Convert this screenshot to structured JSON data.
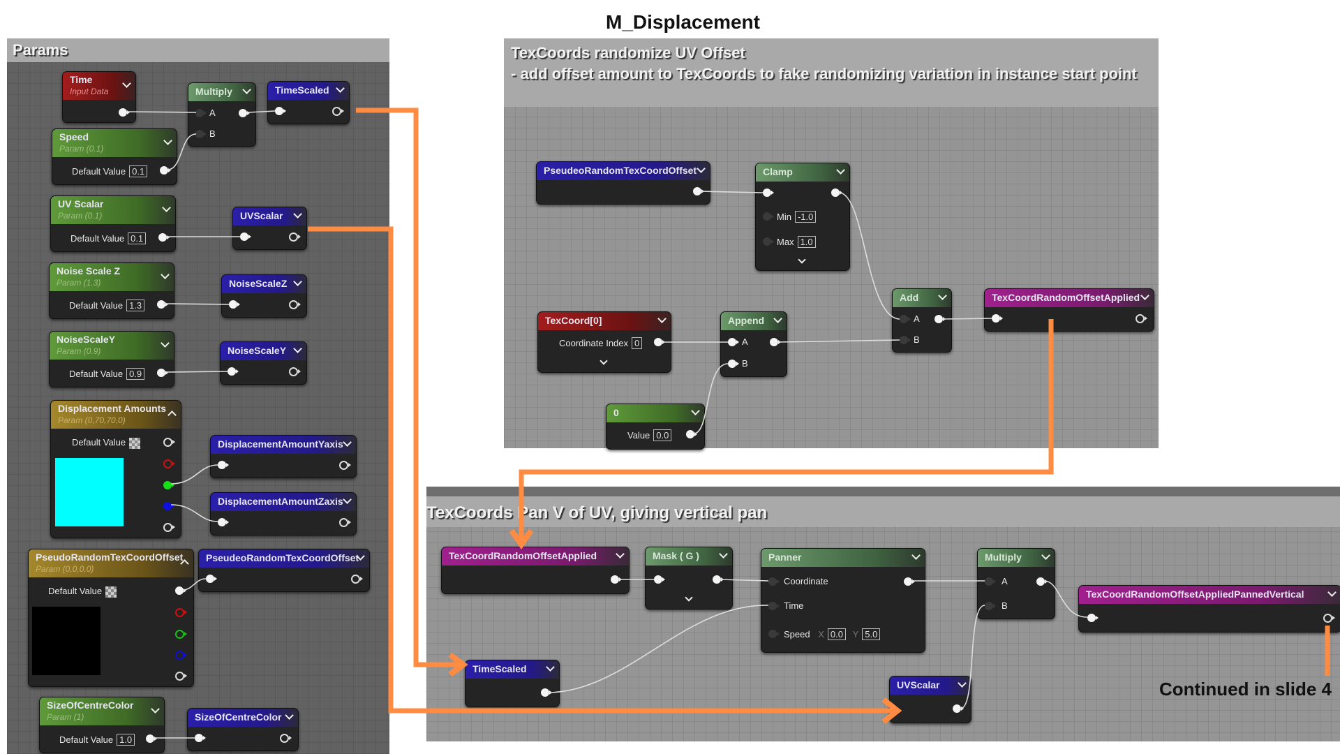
{
  "title": "M_Displacement",
  "panels": {
    "params": {
      "header": "Params"
    },
    "randomize": {
      "header_line1": "TexCoords randomize UV Offset",
      "header_line2": "- add offset amount to TexCoords to fake randomizing variation in instance start point"
    },
    "pan": {
      "header": "TexCoords Pan V of UV, giving vertical pan"
    }
  },
  "params_nodes": {
    "time": {
      "title": "Time",
      "subtitle": "Input Data"
    },
    "multiply": {
      "title": "Multiply",
      "pin_a": "A",
      "pin_b": "B"
    },
    "time_scaled": {
      "title": "TimeScaled"
    },
    "speed": {
      "title": "Speed",
      "subtitle": "Param (0.1)",
      "default_label": "Default Value",
      "default_value": "0.1"
    },
    "uv_scalar_param": {
      "title": "UV Scalar",
      "subtitle": "Param (0.1)",
      "default_label": "Default Value",
      "default_value": "0.1"
    },
    "uv_scalar_var": {
      "title": "UVScalar"
    },
    "noise_z_param": {
      "title": "Noise Scale Z",
      "subtitle": "Param (1.3)",
      "default_label": "Default Value",
      "default_value": "1.3"
    },
    "noise_z_var": {
      "title": "NoiseScaleZ"
    },
    "noise_y_param": {
      "title": "NoiseScaleY",
      "subtitle": "Param (0.9)",
      "default_label": "Default Value",
      "default_value": "0.9"
    },
    "noise_y_var": {
      "title": "NoiseScaleY"
    },
    "disp_amounts": {
      "title": "Displacement Amounts",
      "subtitle": "Param (0,70,70,0)",
      "default_label": "Default Value",
      "swatch_color": "#00ffff"
    },
    "disp_y_var": {
      "title": "DisplacementAmountYaxis"
    },
    "disp_z_var": {
      "title": "DisplacementAmountZaxis"
    },
    "pseudo_param": {
      "title": "PseudoRandomTexCoordOffset",
      "subtitle": "Param (0,0,0,0)",
      "default_label": "Default Value",
      "swatch_color": "#000000"
    },
    "pseudo_var": {
      "title": "PseudeoRandomTexCoordOffset"
    },
    "size_param": {
      "title": "SizeOfCentreColor",
      "subtitle": "Param (1)",
      "default_label": "Default Value",
      "default_value": "1.0"
    },
    "size_var": {
      "title": "SizeOfCentreColor"
    }
  },
  "randomize_nodes": {
    "pseudo_get": {
      "title": "PseudeoRandomTexCoordOffset"
    },
    "clamp": {
      "title": "Clamp",
      "min_label": "Min",
      "min_value": "-1.0",
      "max_label": "Max",
      "max_value": "1.0"
    },
    "texcoord": {
      "title": "TexCoord[0]",
      "index_label": "Coordinate Index",
      "index_value": "0"
    },
    "append": {
      "title": "Append",
      "pin_a": "A",
      "pin_b": "B"
    },
    "zero": {
      "title": "0",
      "value_label": "Value",
      "value": "0.0"
    },
    "add": {
      "title": "Add",
      "pin_a": "A",
      "pin_b": "B"
    },
    "tc_applied": {
      "title": "TexCoordRandomOffsetApplied"
    }
  },
  "pan_nodes": {
    "tc_applied_get": {
      "title": "TexCoordRandomOffsetApplied"
    },
    "mask": {
      "title": "Mask ( G )"
    },
    "panner": {
      "title": "Panner",
      "coordinate": "Coordinate",
      "time": "Time",
      "speed": "Speed",
      "x_label": "X",
      "x_value": "0.0",
      "y_label": "Y",
      "y_value": "5.0"
    },
    "multiply": {
      "title": "Multiply",
      "pin_a": "A",
      "pin_b": "B"
    },
    "result": {
      "title": "TexCoordRandomOffsetAppliedPannedVertical"
    },
    "time_scaled_get": {
      "title": "TimeScaled"
    },
    "uv_scalar_get": {
      "title": "UVScalar"
    }
  },
  "footnote": "Continued in slide 4",
  "colors": {
    "arrow": "#ff8c42",
    "wire": "#dddddd"
  }
}
